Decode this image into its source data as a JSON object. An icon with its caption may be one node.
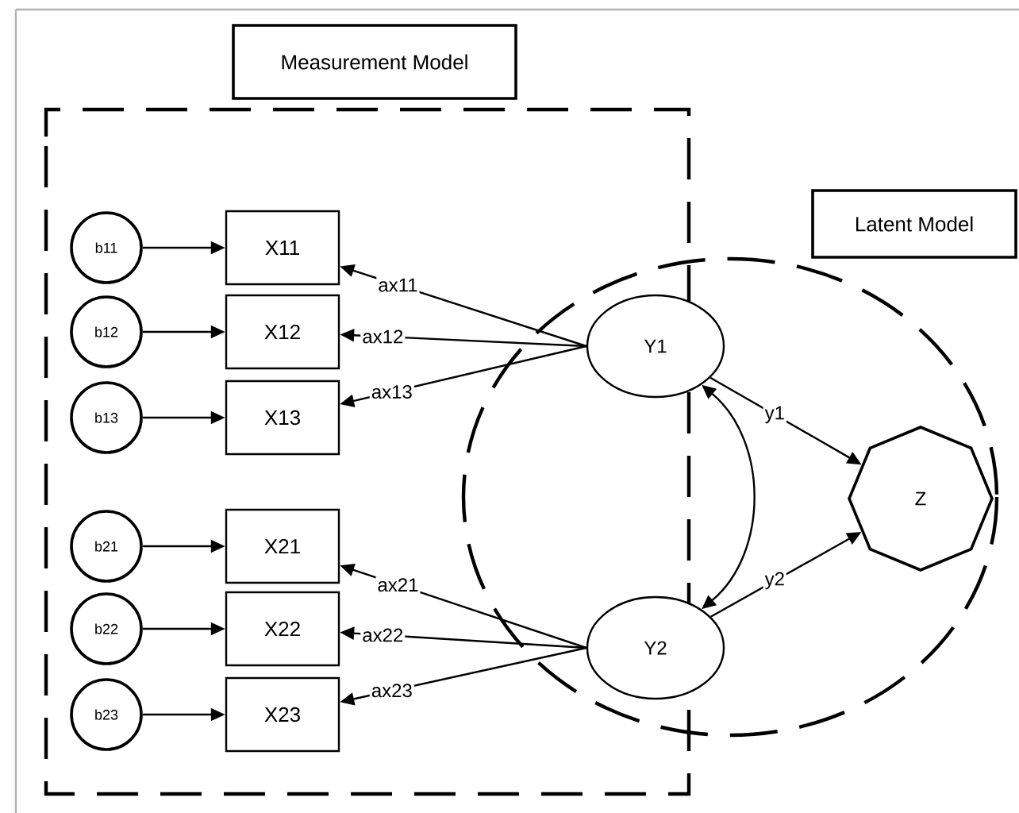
{
  "diagram": {
    "nodes": [
      {
        "text": [
          "Measurement Model"
        ]
      },
      {
        "text": [
          "Latent Model"
        ]
      },
      {
        "text": [
          "b11"
        ]
      },
      {
        "text": [
          "b12"
        ]
      },
      {
        "text": [
          "b13"
        ]
      },
      {
        "text": [
          "b21"
        ]
      },
      {
        "text": [
          "b22"
        ]
      },
      {
        "text": [
          "b23"
        ]
      },
      {
        "text": [
          "X11"
        ]
      },
      {
        "text": [
          "X12"
        ]
      },
      {
        "text": [
          "X13"
        ]
      },
      {
        "text": [
          "X21"
        ]
      },
      {
        "text": [
          "X22"
        ]
      },
      {
        "text": [
          "X23"
        ]
      },
      {
        "text": [
          "Y1"
        ]
      },
      {
        "text": [
          "Y2"
        ]
      },
      {
        "text": [
          "Z"
        ]
      }
    ],
    "edges": [
      {
        "from": 2,
        "to": 8,
        "arrow": "to"
      },
      {
        "from": 3,
        "to": 9,
        "arrow": "to"
      },
      {
        "from": 4,
        "to": 10,
        "arrow": "to"
      },
      {
        "from": 5,
        "to": 11,
        "arrow": "to"
      },
      {
        "from": 6,
        "to": 12,
        "arrow": "to"
      },
      {
        "from": 7,
        "to": 13,
        "arrow": "to"
      },
      {
        "from": 14,
        "to": 8,
        "arrow": "to",
        "label": "ax11"
      },
      {
        "from": 14,
        "to": 9,
        "arrow": "to",
        "label": "ax12"
      },
      {
        "from": 14,
        "to": 10,
        "arrow": "to",
        "label": "ax13"
      },
      {
        "from": 15,
        "to": 11,
        "arrow": "to",
        "label": "ax21"
      },
      {
        "from": 15,
        "to": 12,
        "arrow": "to",
        "label": "ax22"
      },
      {
        "from": 15,
        "to": 13,
        "arrow": "to",
        "label": "ax23"
      },
      {
        "from": 14,
        "to": 15,
        "arrow": "both"
      },
      {
        "from": 14,
        "to": 16,
        "arrow": "to",
        "label": "y1"
      },
      {
        "from": 15,
        "to": 16,
        "arrow": "to",
        "label": "y2"
      }
    ]
  }
}
